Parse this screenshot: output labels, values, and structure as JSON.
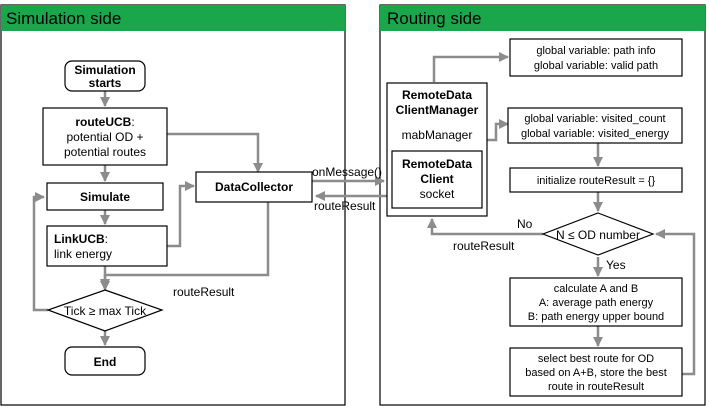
{
  "panels": {
    "simulation": {
      "title": "Simulation side",
      "header_color": "#1aa64a"
    },
    "routing": {
      "title": "Routing side",
      "header_color": "#1aa64a"
    }
  },
  "simulation": {
    "start": [
      "Simulation",
      "starts"
    ],
    "route_ucb": {
      "bold": "routeUCB",
      "suffix": ":",
      "lines": [
        "potential OD +",
        "potential routes"
      ]
    },
    "simulate": "Simulate",
    "link_ucb": {
      "bold": "LinkUCB",
      "suffix": ":",
      "line": "link energy"
    },
    "decision": "Tick ≥ max Tick",
    "end": "End",
    "route_result_label": "routeResult"
  },
  "data_collector": "DataCollector",
  "connection": {
    "on_message": "onMessage()",
    "route_result": "routeResult"
  },
  "routing": {
    "manager": {
      "title": [
        "RemoteData",
        "ClientManager"
      ],
      "mab": "mabManager"
    },
    "client": {
      "title": [
        "RemoteData",
        "Client"
      ],
      "socket": "socket"
    },
    "globals_path": [
      "global variable: path info",
      "global variable: valid path"
    ],
    "globals_visit": [
      "global variable: visited_count",
      "global variable: visited_energy"
    ],
    "init": "initialize routeResult = {}",
    "decision": "N ≤ OD number",
    "no_label": "No",
    "yes_label": "Yes",
    "route_result_label": "routeResult",
    "calc": [
      "calculate A and B",
      "A: average path energy",
      "B: path energy upper bound"
    ],
    "select": [
      "select best route for OD",
      "based on A+B, store the best",
      "route in routeResult"
    ]
  },
  "colors": {
    "arrow": "#8c8c8c",
    "border": "#000000",
    "header": "#1aa64a"
  }
}
